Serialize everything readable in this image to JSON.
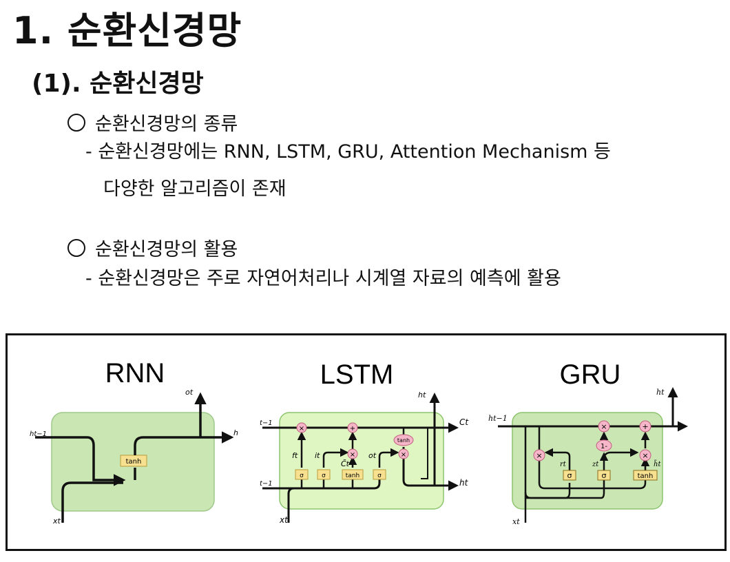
{
  "heading1": "1. 순환신경망",
  "heading2": "(1). 순환신경망",
  "sections": [
    {
      "title": "순환신경망의 종류",
      "line1": "- 순환신경망에는 RNN, LSTM, GRU, Attention Mechanism 등",
      "line2": "다양한 알고리즘이 존재"
    },
    {
      "title": "순환신경망의 활용",
      "line1": "- 순환신경망은 주로 자연어처리나 시계열 자료의 예측에 활용"
    }
  ],
  "figure": {
    "rnn": {
      "title": "RNN",
      "gate": "tanh",
      "in_h": "ht−1",
      "out_o": "ot",
      "out_h": "h",
      "in_x": "xt"
    },
    "lstm": {
      "title": "LSTM",
      "gates": [
        "σ",
        "σ",
        "tanh",
        "σ"
      ],
      "tanh_out": "tanh",
      "c_prev": "t−1",
      "h_prev": "t−1",
      "c_out": "Ct",
      "h_top": "ht",
      "h_out": "ht",
      "x": "xt",
      "f": "ft",
      "i": "it",
      "c_tilde": "C̃t",
      "o": "ot",
      "ops": [
        "×",
        "+",
        "×",
        "×"
      ]
    },
    "gru": {
      "title": "GRU",
      "gates": [
        "σ",
        "σ",
        "tanh"
      ],
      "h_prev": "ht−1",
      "h_top": "ht",
      "x": "xt",
      "r": "rt",
      "z": "zt",
      "h_tilde": "h̃t",
      "one_minus": "1-",
      "ops": [
        "×",
        "×",
        "+",
        "×"
      ]
    }
  }
}
